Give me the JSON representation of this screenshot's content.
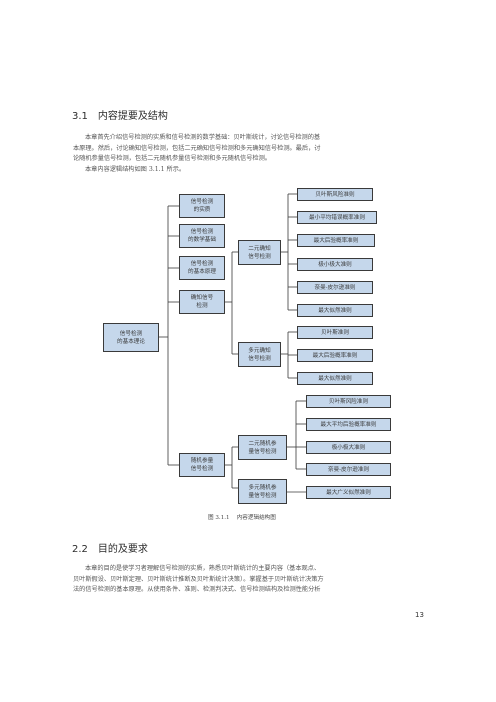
{
  "section_31": {
    "number": "3.1",
    "title": "内容提要及结构"
  },
  "intro": {
    "line1": "本章首先介绍信号检测的实质和信号检测的数学基础：贝叶斯统计，讨论信号检测的基",
    "line2": "本原理。然后，讨论确知信号检测，包括二元确知信号检测和多元确知信号检测。最后，讨",
    "line3": "论随机参量信号检测，包括二元随机参量信号检测和多元随机信号检测。",
    "line4": "本章内容逻辑结构如图 3.1.1 所示。"
  },
  "diagram": {
    "root": [
      "信号检测",
      "的基本理论"
    ],
    "level1": {
      "essence": [
        "信号检测",
        "的实质"
      ],
      "math": [
        "信号检测",
        "的数学基础"
      ],
      "principle": [
        "信号检测",
        "的基本原理"
      ],
      "known": [
        "确知信号",
        "检测"
      ],
      "random": [
        "随机参量",
        "信号检测"
      ]
    },
    "level2": {
      "binary_known": [
        "二元确知",
        "信号检测"
      ],
      "multi_known": [
        "多元确知",
        "信号检测"
      ],
      "binary_random": [
        "二元随机参",
        "量信号检测"
      ],
      "multi_random": [
        "多元随机参",
        "量信号检测"
      ]
    },
    "level3": {
      "bk1": "贝叶斯风险准则",
      "bk2": "最小平均错误概率准则",
      "bk3": "最大后验概率准则",
      "bk4": "极小极大准则",
      "bk5": "奈曼-皮尔逊准则",
      "bk6": "最大似然准则",
      "mk1": "贝叶斯准则",
      "mk2": "最大后验概率准则",
      "mk3": "最大似然准则",
      "br1": "贝叶斯风险准则",
      "br2": "最大平均后验概率准则",
      "br3": "极小极大准则",
      "br4": "奈曼-皮尔逊准则",
      "mr1": "最大广义似然准则"
    },
    "caption": "图 3.1.1    内容逻辑结构图",
    "colors": {
      "box_fill": "#c5d7eb",
      "border": "#3a3a3a"
    }
  },
  "section_22": {
    "number": "2.2",
    "title": "目的及要求"
  },
  "para2": {
    "line1": "本章的目的是使学习者理解信号检测的实质，熟悉贝叶斯统计的主要内容（基本观点、",
    "line2": "贝叶斯假设、贝叶斯定理、贝叶斯统计推断及贝叶斯统计决策）。掌握基于贝叶斯统计决策方",
    "line3": "法的信号检测的基本原理。从使用条件、准则、检测判决式、信号检测结构及检测性能分析"
  },
  "page_number": "13"
}
